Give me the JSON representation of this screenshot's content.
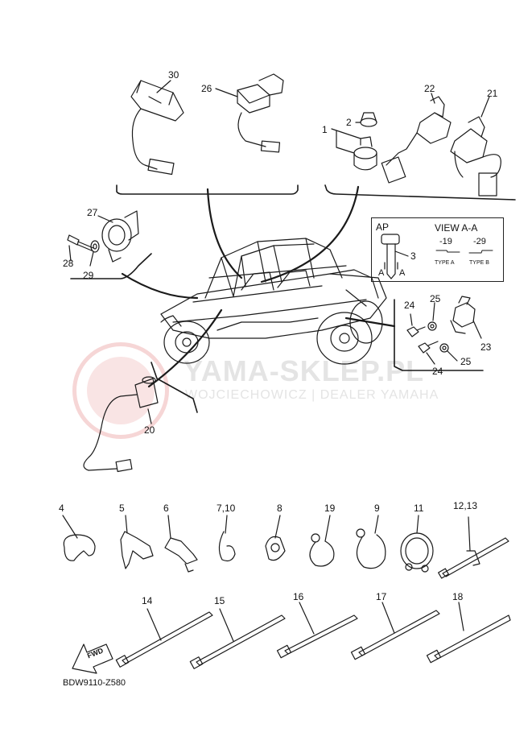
{
  "part_labels": {
    "p1": "1",
    "p2": "2",
    "p3": "3",
    "p4": "4",
    "p5": "5",
    "p6": "6",
    "p7_10": "7,10",
    "p8": "8",
    "p9": "9",
    "p11": "11",
    "p12_13": "12,13",
    "p14": "14",
    "p15": "15",
    "p16": "16",
    "p17": "17",
    "p18": "18",
    "p19": "19",
    "p20": "20",
    "p21": "21",
    "p22": "22",
    "p23": "23",
    "p24a": "24",
    "p24b": "24",
    "p25a": "25",
    "p25b": "25",
    "p26": "26",
    "p27": "27",
    "p28": "28",
    "p29": "29",
    "p30": "30"
  },
  "view_box": {
    "ap": "AP",
    "view": "VIEW A-A",
    "val_19": "-19",
    "val_29": "-29",
    "type_a": "TYPE A",
    "type_b": "TYPE B",
    "a_left": "A",
    "a_right": "A"
  },
  "fwd": "FWD",
  "diagram_code": "BDW9110-Z580",
  "watermark": {
    "title": "YAMA-SKLEP.PL",
    "subtitle": "WOJCIECHOWICZ | DEALER YAMAHA"
  },
  "colors": {
    "line": "#1a1a1a",
    "watermark": "#e4e4e4",
    "watermark_logo": "#f6d6d6"
  }
}
